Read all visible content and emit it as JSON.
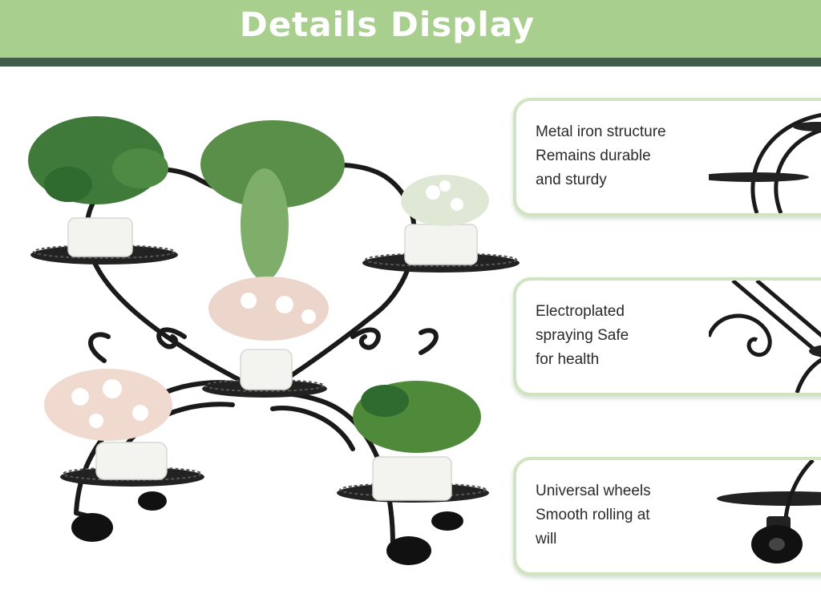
{
  "banner": {
    "title": "Details Display",
    "bg_color": "#a9cf8e",
    "stripe_color": "#3f5d4a"
  },
  "cards": [
    {
      "lines": [
        "Metal iron structure",
        "Remains durable",
        "and sturdy"
      ],
      "detail_icon": "frame-arch-detail"
    },
    {
      "lines": [
        "Electroplated",
        "spraying Safe",
        "for health"
      ],
      "detail_icon": "scroll-curl-detail"
    },
    {
      "lines": [
        "Universal wheels",
        "Smooth rolling at",
        "will"
      ],
      "detail_icon": "wheel-detail"
    }
  ]
}
